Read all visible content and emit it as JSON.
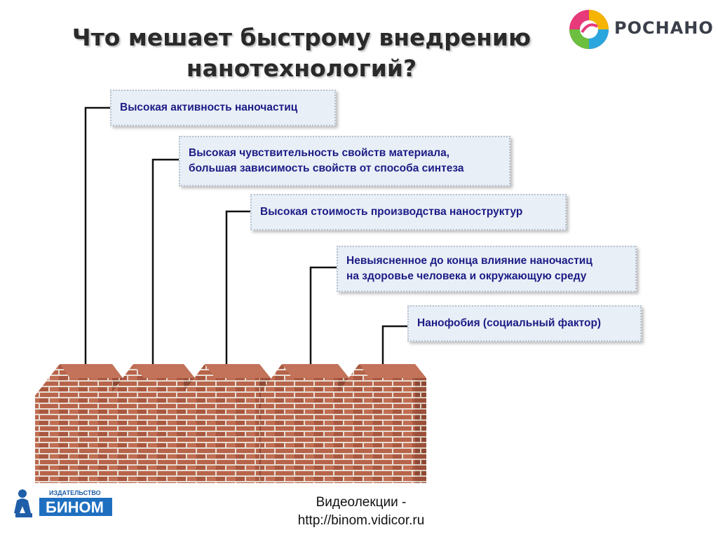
{
  "slide": {
    "title": "Что мешает быстрому внедрению\nнанотехнологий?",
    "logo_text": "РОСНАНО",
    "publisher_small": "ИЗДАТЕЛЬСТВО",
    "publisher_name": "БИНОМ",
    "footer_line1": "Видеолекции -",
    "footer_line2": "http://binom.vidicor.ru"
  },
  "barriers": [
    {
      "text": "Высокая активность наночастиц"
    },
    {
      "text": "Высокая чувствительность свойств материала,\nбольшая зависимость свойств от способа синтеза"
    },
    {
      "text": "Высокая стоимость производства наноструктур"
    },
    {
      "text": "Невыясненное до конца влияние наночастиц\nна здоровье человека и окружающую среду"
    },
    {
      "text": "Нанофобия (социальный фактор)"
    }
  ],
  "colors": {
    "title": "#2a2a2a",
    "box_text": "#1c1c86",
    "box_bg": "#e9eff6",
    "brick": "#b8644a",
    "mortar": "#e7ddd4"
  }
}
